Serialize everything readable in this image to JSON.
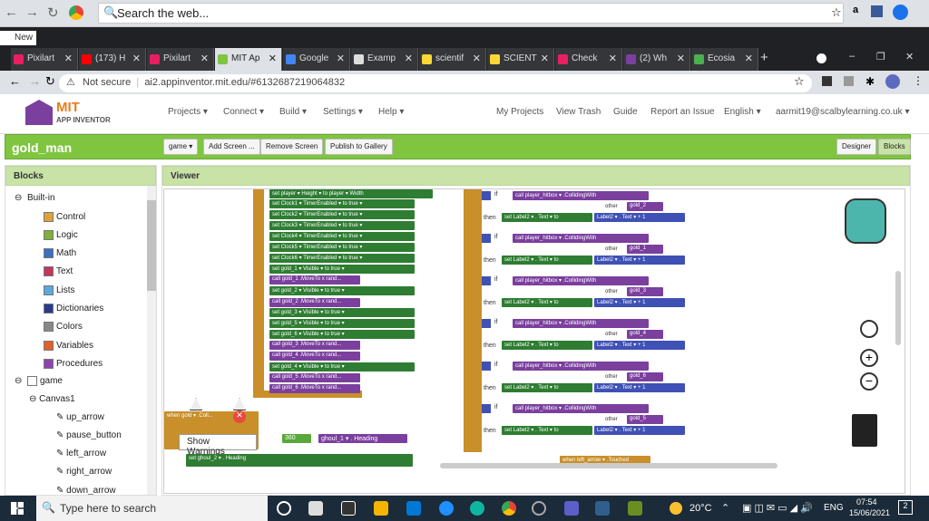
{
  "browser_os": {
    "search_placeholder": "Search the web...",
    "new_tag": "New"
  },
  "tabs": [
    {
      "label": "Pixilart",
      "color": "#e91e63"
    },
    {
      "label": "(173) H",
      "color": "#f00"
    },
    {
      "label": "Pixilart",
      "color": "#e91e63"
    },
    {
      "label": "MIT Ap",
      "color": "#7fc540",
      "active": true
    },
    {
      "label": "Google",
      "color": "#4285f4"
    },
    {
      "label": "Examp",
      "color": "#ddd"
    },
    {
      "label": "scientif",
      "color": "#fdd835"
    },
    {
      "label": "SCIENT",
      "color": "#fdd835"
    },
    {
      "label": "Check",
      "color": "#e91e63"
    },
    {
      "label": "(2) Wh",
      "color": "#7b3f9e"
    },
    {
      "label": "Ecosia",
      "color": "#4caf50"
    }
  ],
  "address": {
    "security": "Not secure",
    "url": "ai2.appinventor.mit.edu/#6132687219064832"
  },
  "app": {
    "logo_top": "MIT",
    "logo_bottom": "APP INVENTOR",
    "menus": [
      "Projects ▾",
      "Connect ▾",
      "Build ▾",
      "Settings ▾",
      "Help ▾"
    ],
    "right_menus": [
      "My Projects",
      "View Trash",
      "Guide",
      "Report an Issue",
      "English ▾",
      "aarmit19@scalbylearning.co.uk ▾"
    ]
  },
  "toolbar": {
    "project": "gold_man",
    "screen": "game ▾",
    "add_screen": "Add Screen ...",
    "remove_screen": "Remove Screen",
    "publish": "Publish to Gallery",
    "designer": "Designer",
    "blocks": "Blocks"
  },
  "blocks_panel": {
    "title": "Blocks",
    "builtin": "Built-in",
    "builtins": [
      {
        "label": "Control",
        "color": "#e0a13a"
      },
      {
        "label": "Logic",
        "color": "#7fb03a"
      },
      {
        "label": "Math",
        "color": "#3b6fc2"
      },
      {
        "label": "Text",
        "color": "#c2355d"
      },
      {
        "label": "Lists",
        "color": "#5ba8e0"
      },
      {
        "label": "Dictionaries",
        "color": "#2a3a8c"
      },
      {
        "label": "Colors",
        "color": "#888"
      },
      {
        "label": "Variables",
        "color": "#e0622a"
      },
      {
        "label": "Procedures",
        "color": "#8e44ad"
      }
    ],
    "game": "game",
    "canvas": "Canvas1",
    "components": [
      "up_arrow",
      "pause_button",
      "left_arrow",
      "right_arrow",
      "down_arrow"
    ]
  },
  "viewer": {
    "title": "Viewer",
    "show_warnings": "Show Warnings",
    "left_blocks": [
      "set player ▾ Height ▾ to player ▾ Width",
      "set Clock1 ▾ TimerEnabled ▾ to true ▾",
      "set Clock2 ▾ TimerEnabled ▾ to true ▾",
      "set Clock3 ▾ TimerEnabled ▾ to true ▾",
      "set Clock4 ▾ TimerEnabled ▾ to true ▾",
      "set Clock5 ▾ TimerEnabled ▾ to true ▾",
      "set Clock6 ▾ TimerEnabled ▾ to true ▾",
      "set gold_1 ▾ Visible ▾ to true ▾",
      "call gold_1 .MoveTo x rand...",
      "set gold_2 ▾ Visible ▾ to true ▾",
      "call gold_2 .MoveTo x rand...",
      "set gold_3 ▾ Visible ▾ to true ▾",
      "set gold_5 ▾ Visible ▾ to true ▾",
      "set gold_6 ▾ Visible ▾ to true ▾",
      "call gold_3 .MoveTo x rand...",
      "call gold_4 .MoveTo x rand...",
      "set gold_4 ▾ Visible ▾ to true ▾",
      "call gold_5 .MoveTo x rand...",
      "call gold_6 .MoveTo x rand..."
    ],
    "right_groups": [
      {
        "cond": "call player_hitbox ▾ .CollidingWith",
        "other": "other",
        "target": "gold_2",
        "then": "set Label2 ▾ . Text ▾ to"
      },
      {
        "cond": "call player_hitbox ▾ .CollidingWith",
        "other": "other",
        "target": "gold_1",
        "then": "set Label2 ▾ . Text ▾ to"
      },
      {
        "cond": "call player_hitbox ▾ .CollidingWith",
        "other": "other",
        "target": "gold_3",
        "then": "set Label2 ▾ . Text ▾ to"
      },
      {
        "cond": "call player_hitbox ▾ .CollidingWith",
        "other": "other",
        "target": "gold_4",
        "then": "set Label2 ▾ . Text ▾ to"
      },
      {
        "cond": "call player_hitbox ▾ .CollidingWith",
        "other": "other",
        "target": "gold_6",
        "then": "set Label2 ▾ . Text ▾ to"
      },
      {
        "cond": "call player_hitbox ▾ .CollidingWith",
        "other": "other",
        "target": "gold_5",
        "then": "set Label2 ▾ . Text ▾ to"
      }
    ],
    "label_expr": "Label2 ▾ . Text ▾",
    "one": "1",
    "if": "if",
    "then": "then",
    "bottom_left": "when gold ▾ .Coll...",
    "bottom_ghoul1": "ghoul_1 ▾ . Heading",
    "bottom_ghoul2": "ghoul_2 ▾ . Heading",
    "num_360": "360",
    "when_touched": "when left_arrow ▾ .Touched"
  },
  "taskbar": {
    "search": "Type here to search",
    "weather": "20°C",
    "lang": "ENG",
    "time": "07:54",
    "date": "15/06/2021",
    "notif": "2"
  }
}
